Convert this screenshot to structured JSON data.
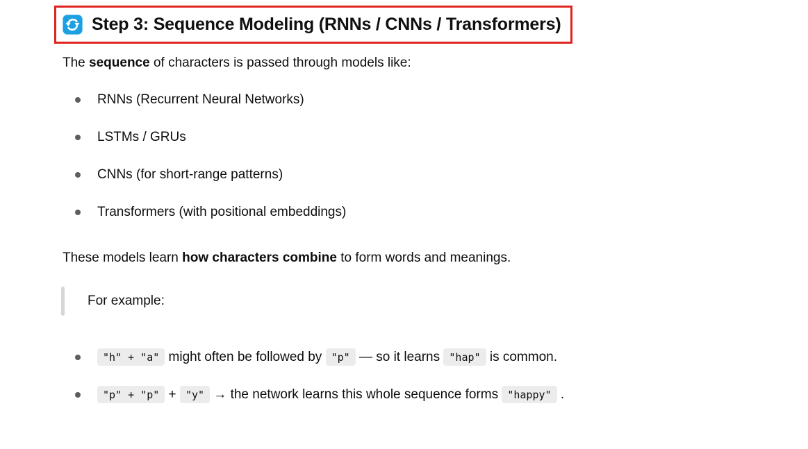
{
  "colors": {
    "annotation_red": "#df2420",
    "icon_blue": "#1ba1e2",
    "code_background": "#ececec",
    "text": "#0d0d0d",
    "bullet_gray": "#5e5e5e",
    "blockquote_bar_gray": "#d6d6d6"
  },
  "icons": {
    "header_icon": "counterclockwise-arrows"
  },
  "header": {
    "title": "Step 3: Sequence Modeling (RNNs / CNNs / Transformers)"
  },
  "intro": {
    "segments": [
      {
        "text": "The ",
        "style": "plain"
      },
      {
        "text": "sequence",
        "style": "bold"
      },
      {
        "text": " of characters is passed through models like:",
        "style": "plain"
      }
    ]
  },
  "model_list": {
    "items": [
      "RNNs (Recurrent Neural Networks)",
      "LSTMs / GRUs",
      "CNNs (for short-range patterns)",
      "Transformers (with positional embeddings)"
    ]
  },
  "summary": {
    "segments": [
      {
        "text": "These models learn ",
        "style": "plain"
      },
      {
        "text": "how characters combine",
        "style": "bold"
      },
      {
        "text": " to form words and meanings.",
        "style": "plain"
      }
    ]
  },
  "blockquote": {
    "text": "For example:"
  },
  "example_list": {
    "items": [
      {
        "segments": [
          {
            "text": "\"h\" + \"a\"",
            "style": "code"
          },
          {
            "text": " might often be followed by ",
            "style": "plain"
          },
          {
            "text": "\"p\"",
            "style": "code"
          },
          {
            "text": " — so it learns ",
            "style": "plain"
          },
          {
            "text": "\"hap\"",
            "style": "code"
          },
          {
            "text": " is common.",
            "style": "plain"
          }
        ]
      },
      {
        "segments": [
          {
            "text": "\"p\" + \"p\"",
            "style": "code"
          },
          {
            "text": " + ",
            "style": "plain"
          },
          {
            "text": "\"y\"",
            "style": "code"
          },
          {
            "text": " → the network learns this whole sequence forms ",
            "style": "plain"
          },
          {
            "text": "\"happy\"",
            "style": "code"
          },
          {
            "text": " .",
            "style": "plain"
          }
        ]
      }
    ]
  }
}
